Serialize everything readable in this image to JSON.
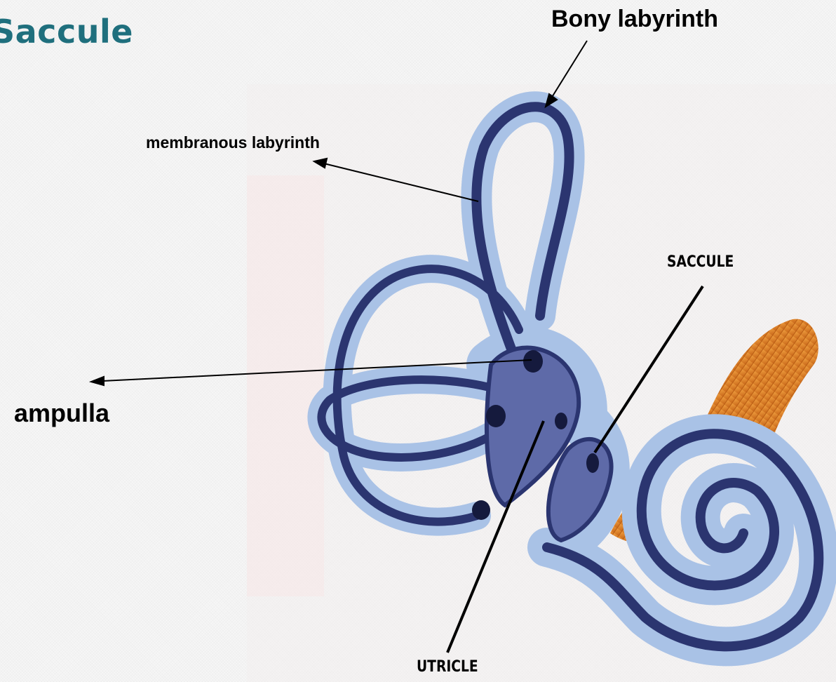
{
  "slide": {
    "title": "Saccule"
  },
  "labels": {
    "bony_labyrinth": "Bony labyrinth",
    "membranous_labyrinth": "membranous labyrinth",
    "ampulla": "ampulla",
    "saccule": "SACCULE",
    "utricle": "UTRICLE"
  },
  "colors": {
    "title": "#1f6f7d",
    "membrane": "#2b3570",
    "bone": "#a9c2e6",
    "nerve": "#e38a2a"
  }
}
